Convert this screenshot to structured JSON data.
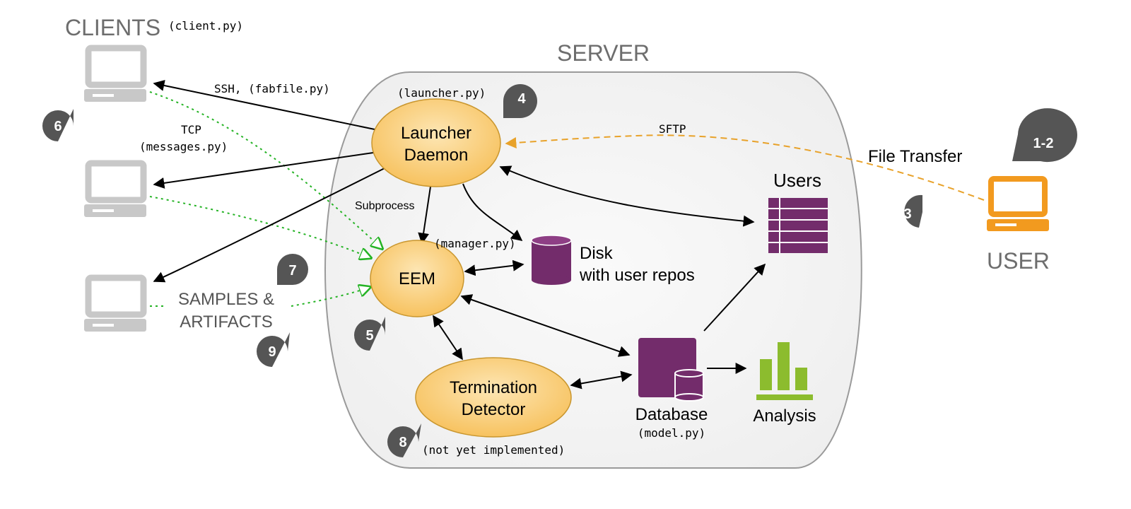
{
  "headings": {
    "clients": "CLIENTS",
    "clients_file": "(client.py)",
    "server": "SERVER",
    "user": "USER"
  },
  "nodes": {
    "launcher_line1": "Launcher",
    "launcher_line2": "Daemon",
    "launcher_file": "(launcher.py)",
    "eem": "EEM",
    "eem_file": "(manager.py)",
    "termination_line1": "Termination",
    "termination_line2": "Detector",
    "termination_note": "(not yet implemented)",
    "disk_line1": "Disk",
    "disk_line2": "with user repos",
    "users": "Users",
    "database": "Database",
    "database_file": "(model.py)",
    "analysis": "Analysis"
  },
  "edges": {
    "ssh": "SSH, (fabfile.py)",
    "tcp_line1": "TCP",
    "tcp_line2": "(messages.py)",
    "subprocess": "Subprocess",
    "sftp": "SFTP",
    "file_transfer": "File Transfer",
    "samples_line1": "SAMPLES &",
    "samples_line2": "ARTIFACTS"
  },
  "markers": [
    "1-2",
    "3",
    "4",
    "5",
    "6",
    "7",
    "8",
    "9"
  ],
  "colors": {
    "client_gray": "#c8c8c8",
    "user_orange": "#f29a1f",
    "node_fill": "#fbd58a",
    "node_stroke": "#c9962e",
    "purple": "#732c6b",
    "green": "#8cbc2e",
    "marker": "#555555",
    "dotted_green": "#25b325",
    "sftp_orange": "#e8a22a",
    "server_fill": "#f2f2f2",
    "server_stroke": "#9a9a9a"
  },
  "icons": [
    "laptop-icon",
    "database-icon",
    "table-icon",
    "bar-chart-icon",
    "marker-pin-icon"
  ]
}
